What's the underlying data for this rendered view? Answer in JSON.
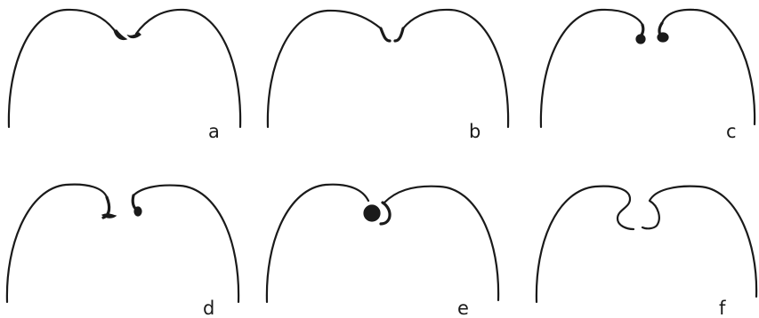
{
  "panels": [
    {
      "id": "a",
      "label": "a"
    },
    {
      "id": "b",
      "label": "b"
    },
    {
      "id": "c",
      "label": "c"
    },
    {
      "id": "d",
      "label": "d"
    },
    {
      "id": "e",
      "label": "e"
    },
    {
      "id": "f",
      "label": "f"
    }
  ]
}
